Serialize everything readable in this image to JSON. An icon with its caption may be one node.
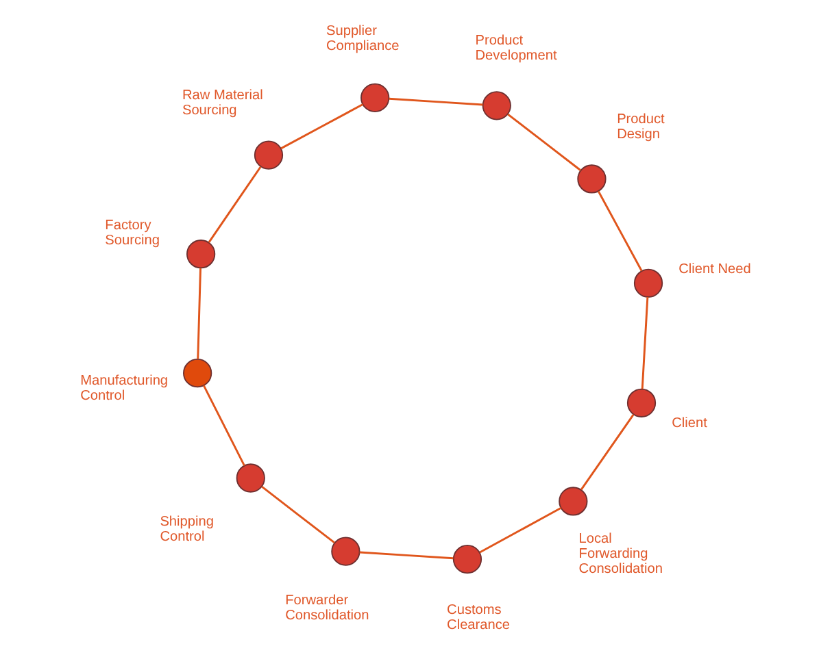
{
  "diagram": {
    "nodes": [
      {
        "text": [],
        "shape": "circle",
        "beside": [
          "Client Need"
        ]
      },
      {
        "text": [],
        "shape": "circle",
        "beside": [
          "Product Design"
        ]
      },
      {
        "text": [],
        "shape": "circle",
        "beside": [
          "Product Development"
        ]
      },
      {
        "text": [],
        "shape": "circle",
        "beside": [
          "Supplier Compliance"
        ]
      },
      {
        "text": [],
        "shape": "circle",
        "beside": [
          "Raw Material Sourcing"
        ]
      },
      {
        "text": [],
        "shape": "circle",
        "beside": [
          "Factory Sourcing"
        ]
      },
      {
        "text": [],
        "shape": "circle",
        "beside": [
          "Manufacturing Control"
        ]
      },
      {
        "text": [],
        "shape": "circle",
        "beside": [
          "Shipping Control"
        ]
      },
      {
        "text": [],
        "shape": "circle",
        "beside": [
          "Forwarder Consolidation"
        ]
      },
      {
        "text": [],
        "shape": "circle",
        "beside": [
          "Customs Clearance"
        ]
      },
      {
        "text": [],
        "shape": "circle",
        "beside": [
          "Local Forwarding Consolidation"
        ]
      },
      {
        "text": [],
        "shape": "circle",
        "beside": [
          "Client"
        ]
      }
    ],
    "edges": [
      {
        "from": 0,
        "to": 1,
        "arrow": "none"
      },
      {
        "from": 1,
        "to": 2,
        "arrow": "none"
      },
      {
        "from": 2,
        "to": 3,
        "arrow": "none"
      },
      {
        "from": 3,
        "to": 4,
        "arrow": "none"
      },
      {
        "from": 4,
        "to": 5,
        "arrow": "none"
      },
      {
        "from": 5,
        "to": 6,
        "arrow": "none"
      },
      {
        "from": 6,
        "to": 7,
        "arrow": "none"
      },
      {
        "from": 7,
        "to": 8,
        "arrow": "none"
      },
      {
        "from": 8,
        "to": 9,
        "arrow": "none"
      },
      {
        "from": 9,
        "to": 10,
        "arrow": "none"
      },
      {
        "from": 10,
        "to": 11,
        "arrow": "none"
      },
      {
        "from": 11,
        "to": 0,
        "arrow": "none"
      }
    ]
  }
}
